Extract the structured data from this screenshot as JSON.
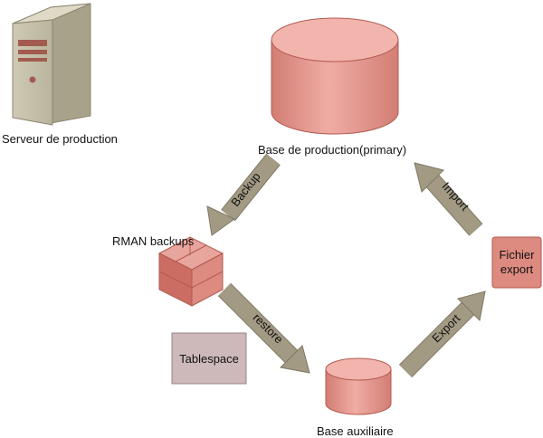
{
  "nodes": {
    "server_label": "Serveur de production",
    "primary_db_label": "Base de production(primary)",
    "rman_label": "RMAN backups",
    "tablespace_label": "Tablespace",
    "aux_db_label": "Base auxiliaire",
    "export_file_label_line1": "Fichier",
    "export_file_label_line2": "export"
  },
  "arrows": {
    "backup": "Backup",
    "restore": "restore",
    "export": "Export",
    "import": "Import"
  },
  "colors": {
    "db_fill": "#e0928a",
    "db_top": "#f2b5ae",
    "db_stroke": "#b45a50",
    "arrow_fill": "#a39a84",
    "arrow_stroke": "#7f7764",
    "server_fill": "#c9c4ae",
    "tablespace_fill": "#cdb9ba",
    "export_fill": "#dd8a80"
  }
}
